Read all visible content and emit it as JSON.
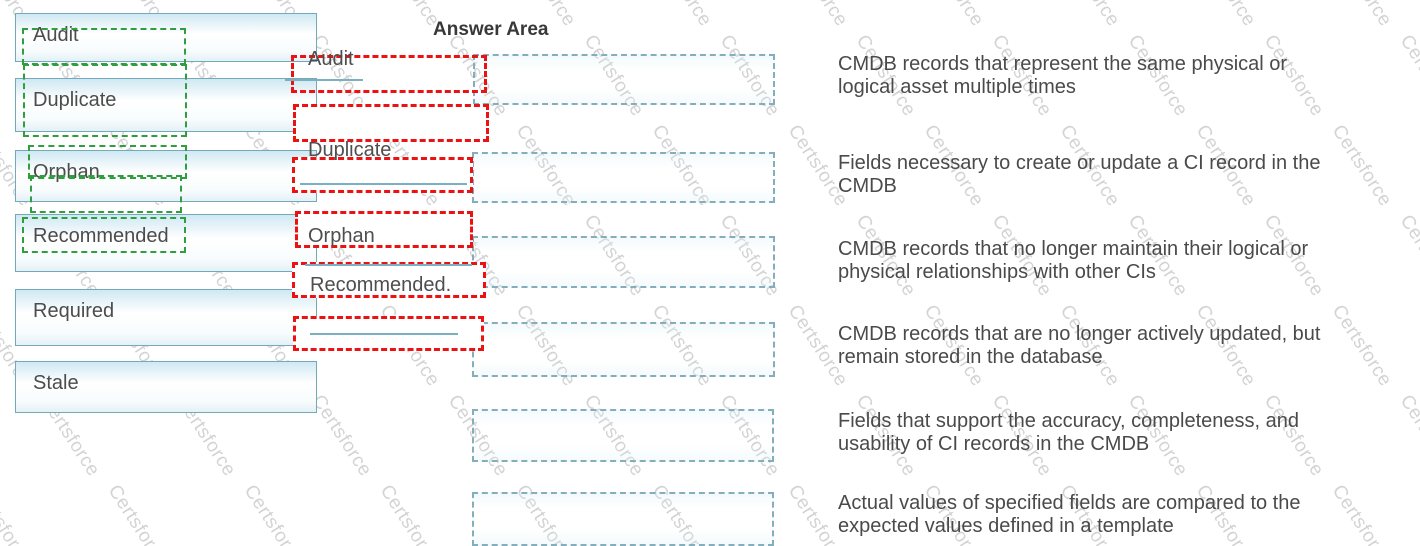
{
  "watermark": {
    "text": "Certsforce"
  },
  "answer_area": {
    "title": "Answer Area"
  },
  "source_items": [
    {
      "label": "Audit"
    },
    {
      "label": "Duplicate"
    },
    {
      "label": "Orphan"
    },
    {
      "label": "Recommended"
    },
    {
      "label": "Required"
    },
    {
      "label": "Stale"
    }
  ],
  "dragged_items": [
    {
      "label": "Audit"
    },
    {
      "label": "Duplicate"
    },
    {
      "label": "Orphan"
    },
    {
      "label": "Recommended."
    }
  ],
  "descriptions": [
    {
      "lines": [
        "CMDB records that represent the same physical or",
        "logical asset multiple times"
      ]
    },
    {
      "lines": [
        "Fields necessary to create or update a CI record in the",
        "CMDB"
      ]
    },
    {
      "lines": [
        "CMDB records that no longer maintain their logical or",
        "physical relationships with other CIs"
      ]
    },
    {
      "lines": [
        "CMDB records that are no longer actively updated, but",
        "remain stored in the database"
      ]
    },
    {
      "lines": [
        "Fields that support the accuracy, completeness, and",
        "usability of CI records in the CMDB"
      ]
    },
    {
      "lines": [
        "Actual values of specified fields are compared to the",
        "expected values defined in a template"
      ]
    }
  ],
  "colors": {
    "box_border": "#74a9ba",
    "box_fill_top": "#cfe8f2",
    "slot_border": "#84aebc",
    "drop_indicator": "#ec1212",
    "drag_ghost": "#2f9e3f",
    "text": "#4a4a4a"
  }
}
